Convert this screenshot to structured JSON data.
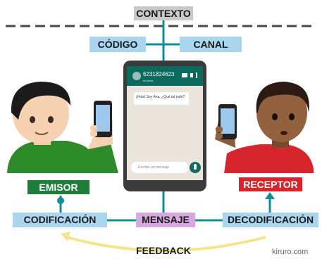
{
  "labels": {
    "context": "CONTEXTO",
    "code": "CÓDIGO",
    "channel": "CANAL",
    "sender": "EMISOR",
    "receiver": "RECEPTOR",
    "encoding": "CODIFICACIÓN",
    "message": "MENSAJE",
    "decoding": "DECODIFICACIÓN",
    "feedback": "FEEDBACK"
  },
  "phone": {
    "contact_number": "6231824623",
    "contact_status": "en línea",
    "chat_message": "¡Hola! Soy Ana. ¿Qué tal todo?",
    "input_placeholder": "Escribe un mensaje"
  },
  "watermark": "kiruro.com",
  "colors": {
    "teal_line": "#0f8f9a",
    "label_blue": "#a9d6ee",
    "sender_green": "#1f7d3a",
    "receiver_red": "#d7252e",
    "message_purple": "#d6a8df",
    "feedback_yellow": "#f5e58a"
  }
}
